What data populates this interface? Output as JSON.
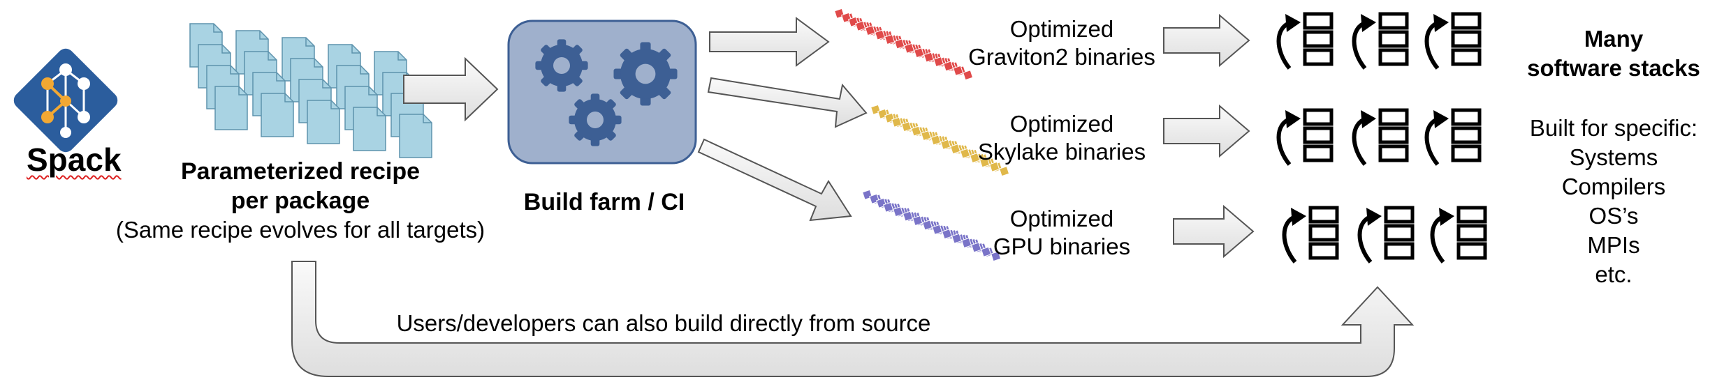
{
  "logo": {
    "name": "Spack"
  },
  "recipe": {
    "title_line1": "Parameterized recipe",
    "title_line2": "per package",
    "subtitle": "(Same recipe evolves for all targets)"
  },
  "build_farm": {
    "label": "Build farm / CI"
  },
  "targets": [
    {
      "line1": "Optimized",
      "line2": "Graviton2 binaries",
      "color": "#e04a4a"
    },
    {
      "line1": "Optimized",
      "line2": "Skylake binaries",
      "color": "#e0b84a"
    },
    {
      "line1": "Optimized",
      "line2": "GPU binaries",
      "color": "#7a74c8"
    }
  ],
  "stacks": {
    "title_line1": "Many",
    "title_line2": "software stacks",
    "built_for": "Built for specific:",
    "items": [
      "Systems",
      "Compilers",
      "OS’s",
      "MPIs",
      "etc."
    ]
  },
  "bottom_note": "Users/developers can also build directly from source",
  "colors": {
    "doc_fill": "#a9d3e3",
    "doc_stroke": "#5e93ad",
    "farm_fill": "#9fb0cc",
    "gear": "#3d5f94",
    "arrow_fill": "#eeeeee",
    "arrow_stroke": "#555555",
    "logo_blue": "#2b5d9d",
    "logo_orange": "#f2a833"
  }
}
